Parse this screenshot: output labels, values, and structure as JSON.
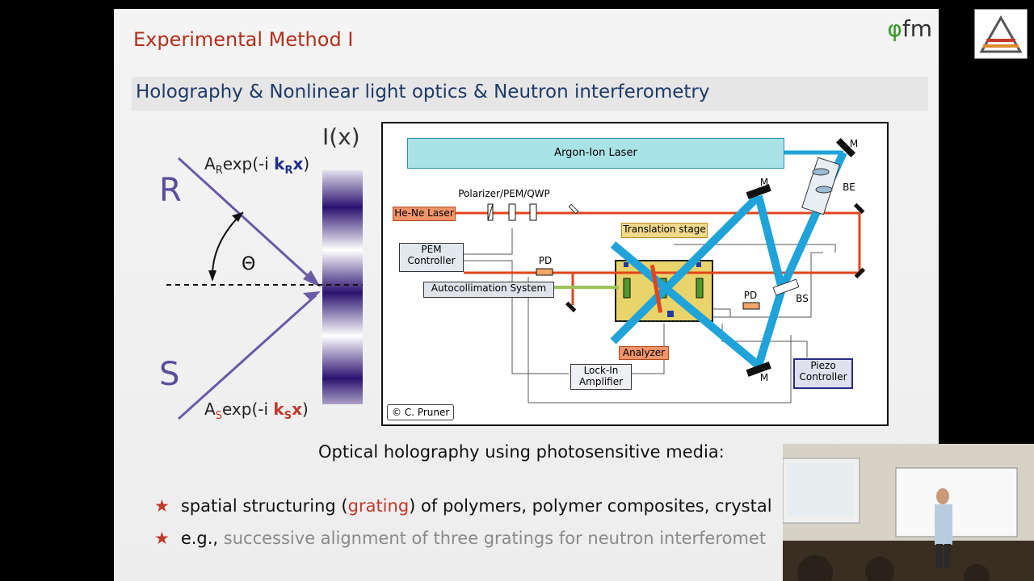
{
  "slide": {
    "title": "Experimental Method I",
    "logo": "φfm",
    "section_heading": "Holography & Nonlinear light optics & Neutron interferometry",
    "caption": "Optical holography using photosensitive media:",
    "bullets": [
      {
        "prefix": "spatial structuring (",
        "highlight": "grating",
        "suffix": ") of polymers, polymer composites, crystal"
      },
      {
        "prefix": "e.g., ",
        "rest": "successive alignment of three gratings for neutron interferomet"
      }
    ]
  },
  "holography_figure": {
    "intensity_label": "I(x)",
    "beam_r_label": "R",
    "beam_s_label": "S",
    "angle_label": "Θ",
    "amp_r": {
      "A": "A",
      "sub": "R",
      "mid": "exp(-i ",
      "k": "k",
      "ksub": "R",
      "x": "x",
      "close": ")"
    },
    "amp_s": {
      "A": "A",
      "sub": "S",
      "mid": "exp(-i ",
      "k": "k",
      "ksub": "S",
      "x": "x",
      "close": ")"
    }
  },
  "setup_diagram": {
    "argon_laser": "Argon-Ion Laser",
    "hene_laser": "He-Ne Laser",
    "polarizer": "Polarizer/PEM/QWP",
    "pem_controller_1": "PEM",
    "pem_controller_2": "Controller",
    "autocollimation": "Autocollimation System",
    "translation_stage": "Translation stage",
    "analyzer": "Analyzer",
    "lockin_1": "Lock-In",
    "lockin_2": "Amplifier",
    "piezo_1": "Piezo",
    "piezo_2": "Controller",
    "pd": "PD",
    "mirror": "M",
    "beam_expander": "BE",
    "beam_splitter": "BS",
    "copyright": "© C. Pruner"
  },
  "colors": {
    "title_red": "#b0301c",
    "heading_blue": "#1f3a68",
    "beam_blue": "#1fa3d8",
    "hene_red": "#e2451c",
    "purple": "#6b5aa6"
  }
}
